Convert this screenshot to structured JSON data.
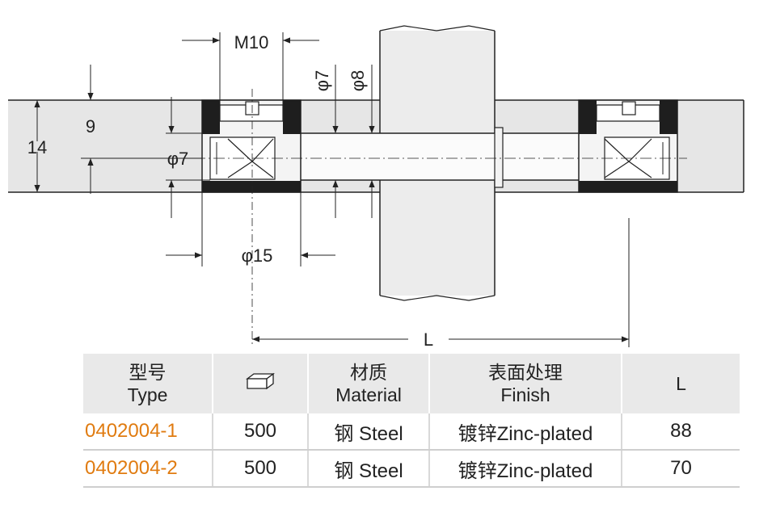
{
  "drawing": {
    "labels": {
      "thread": "M10",
      "dia_small_top": "φ7",
      "dia_pin": "φ8",
      "height_total": "14",
      "height_head": "9",
      "dia_inner": "φ7",
      "dia_outer": "φ15",
      "length": "L"
    },
    "colors": {
      "panel": "#e6e6e6",
      "seal": "#1e1e1e",
      "line": "#222222",
      "board": "#ececec"
    }
  },
  "table": {
    "headers": {
      "type_cn": "型号",
      "type_en": "Type",
      "qty_icon": "box-icon",
      "material_cn": "材质",
      "material_en": "Material",
      "finish_cn": "表面处理",
      "finish_en": "Finish",
      "length": "L"
    },
    "rows": [
      {
        "type": "0402004-1",
        "qty": "500",
        "material": "钢 Steel",
        "finish": "镀锌Zinc-plated",
        "length": "88"
      },
      {
        "type": "0402004-2",
        "qty": "500",
        "material": "钢 Steel",
        "finish": "镀锌Zinc-plated",
        "length": "70"
      }
    ]
  }
}
